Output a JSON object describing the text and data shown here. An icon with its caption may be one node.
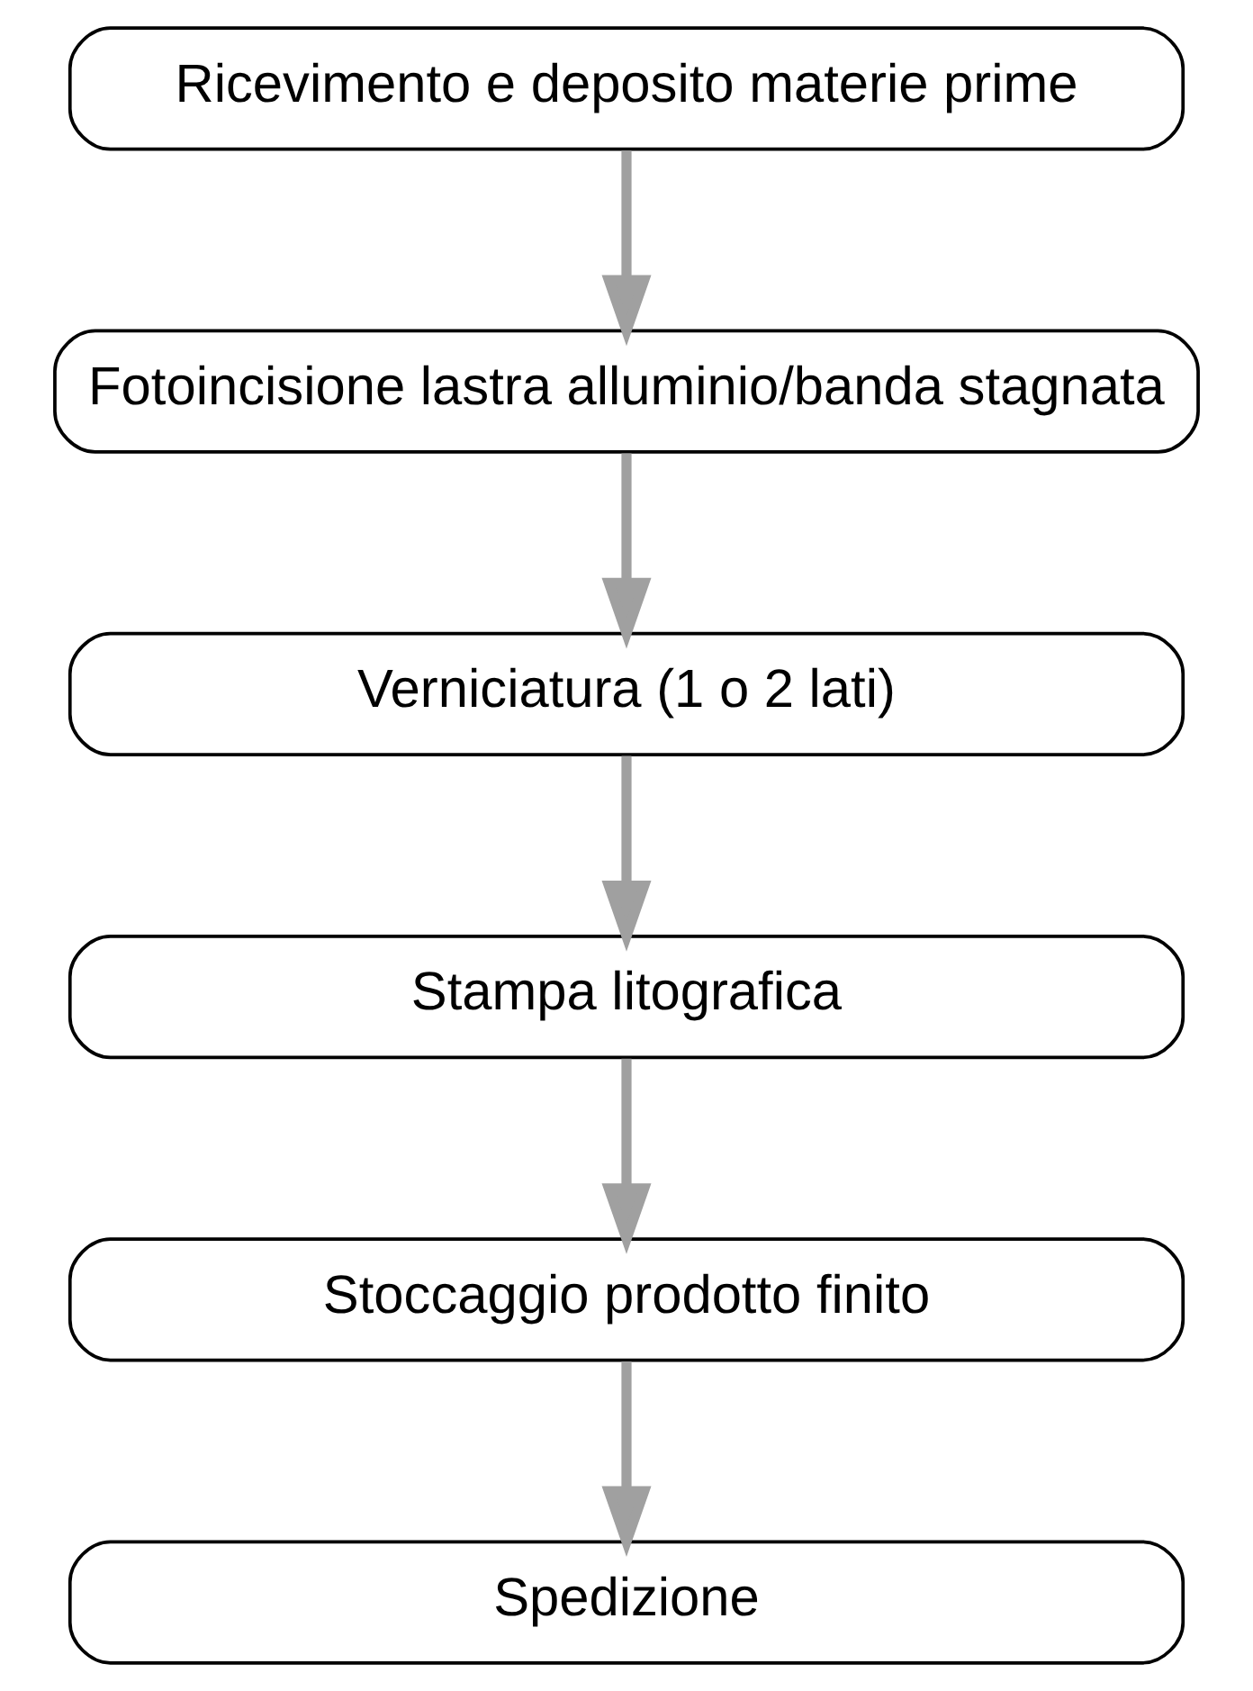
{
  "diagram": {
    "nodes": [
      {
        "text": [
          "Ricevimento e deposito materie prime"
        ]
      },
      {
        "text": [
          "Fotoincisione lastra alluminio/banda stagnata"
        ]
      },
      {
        "text": [
          "Verniciatura (1 o 2 lati)"
        ]
      },
      {
        "text": [
          "Stampa litografica"
        ]
      },
      {
        "text": [
          "Stoccaggio prodotto finito"
        ]
      },
      {
        "text": [
          "Spedizione"
        ]
      }
    ],
    "edges": [
      {
        "from": 0,
        "to": 1,
        "arrow": "to"
      },
      {
        "from": 1,
        "to": 2,
        "arrow": "to"
      },
      {
        "from": 2,
        "to": 3,
        "arrow": "to"
      },
      {
        "from": 3,
        "to": 4,
        "arrow": "to"
      },
      {
        "from": 4,
        "to": 5,
        "arrow": "to"
      }
    ]
  }
}
